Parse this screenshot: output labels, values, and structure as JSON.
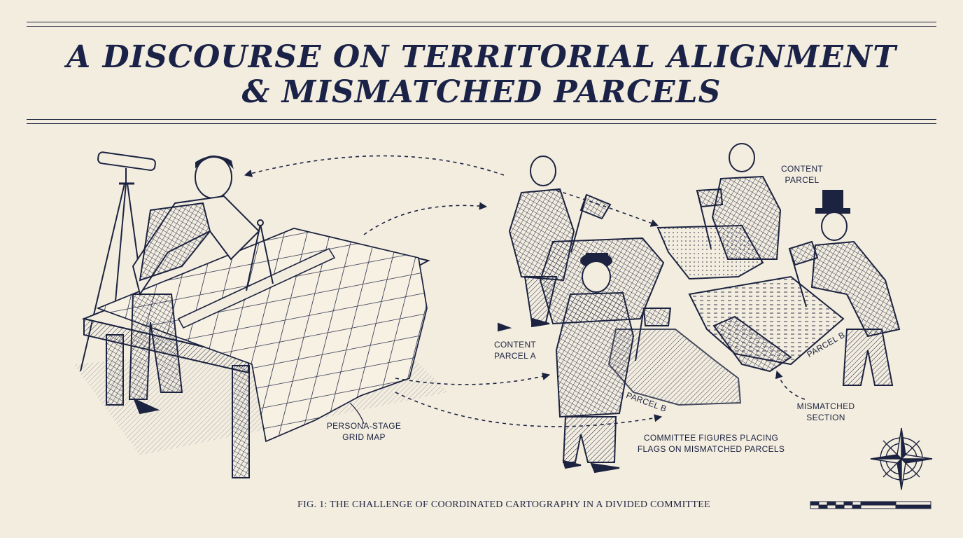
{
  "title": {
    "line1": "A DISCOURSE ON TERRITORIAL ALIGNMENT",
    "line2": "& MISMATCHED PARCELS"
  },
  "labels": {
    "persona_grid": [
      "PERSONA-STAGE",
      "GRID MAP"
    ],
    "content_parcel_a": [
      "CONTENT",
      "PARCEL A"
    ],
    "content_parcel": [
      "CONTENT",
      "PARCEL"
    ],
    "parcel_b_lower": "PARCEL B",
    "parcel_b_right": "PARCEL B",
    "mismatched_section": [
      "MISMATCHED",
      "SECTION"
    ],
    "committee": [
      "COMMITTEE FIGURES PLACING",
      "FLAGS ON MISMATCHED PARCELS"
    ]
  },
  "caption": "FIG. 1: THE CHALLENGE OF COORDINATED CARTOGRAPHY IN A DIVIDED COMMITTEE",
  "icons": [
    "telescope-icon",
    "compass-rose-icon",
    "scale-bar-icon",
    "flag-icon",
    "dividers-icon"
  ],
  "colors": {
    "paper": "#f3ede0",
    "ink": "#1c2340"
  }
}
